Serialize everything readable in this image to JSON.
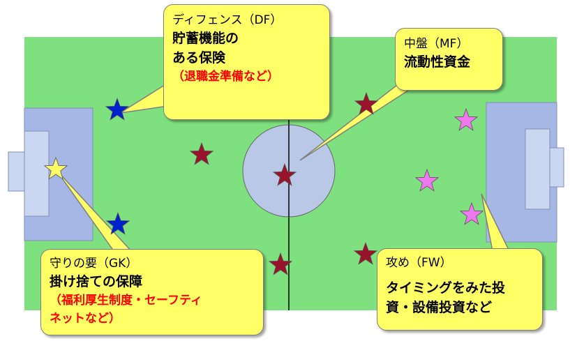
{
  "colors": {
    "field": "#7ee07e",
    "field_line": "#000000",
    "box": "#a6b7e5",
    "goal": "#cbd6f0",
    "center_circle": "#b8c8e6",
    "callout": "#ffff66",
    "callout_border": "#7f7f7f",
    "red_text": "#ff0000",
    "star_blue": "#0022cc",
    "star_darkred": "#99142a",
    "star_pink": "#ee77ee",
    "star_yellow": "#ffff66"
  },
  "icons": {
    "player_marker": "star-icon"
  },
  "callouts": {
    "df": {
      "heading": "ディフェンス（DF）",
      "line1": "貯蓄機能の",
      "line2": "ある保険",
      "note": "（退職金準備など）"
    },
    "mf": {
      "heading": "中盤（MF）",
      "line1": "流動性資金"
    },
    "gk": {
      "heading": "守りの要（GK）",
      "line1": "掛け捨ての保障",
      "note1": "（福利厚生制度・セーフティ",
      "note2": "ネットなど）"
    },
    "fw": {
      "heading": "攻め（FW）",
      "line1": "タイミングをみた投",
      "line2": "資・設備投資など"
    }
  }
}
